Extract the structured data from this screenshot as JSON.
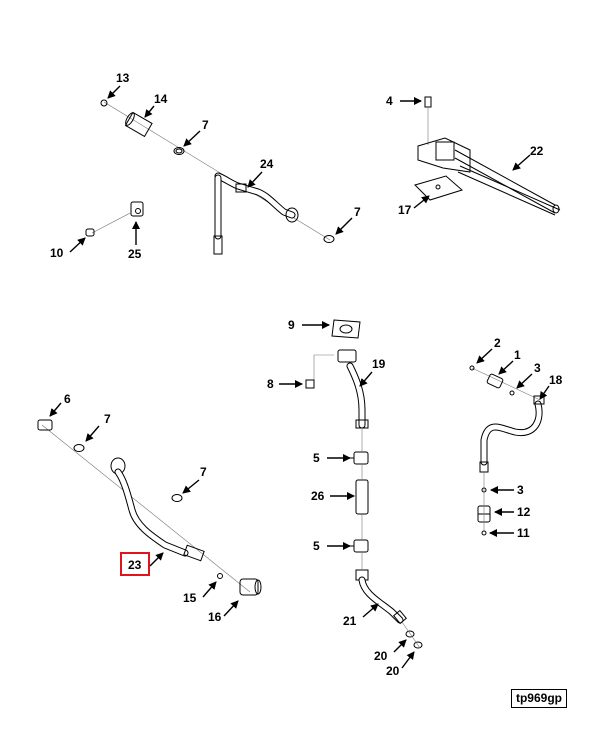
{
  "diagram": {
    "reference_code": "tp969gp",
    "highlighted_callout": "23",
    "highlight_color": "#e0141a",
    "callouts": {
      "c13": "13",
      "c14": "14",
      "c7a": "7",
      "c24": "24",
      "c7b": "7",
      "c10": "10",
      "c25": "25",
      "c4": "4",
      "c22": "22",
      "c17": "17",
      "c9": "9",
      "c19": "19",
      "c8": "8",
      "c5a": "5",
      "c26": "26",
      "c5b": "5",
      "c21": "21",
      "c20a": "20",
      "c20b": "20",
      "c6": "6",
      "c7c": "7",
      "c7d": "7",
      "c23": "23",
      "c15": "15",
      "c16": "16",
      "c2": "2",
      "c1": "1",
      "c3a": "3",
      "c18": "18",
      "c3b": "3",
      "c12": "12",
      "c11": "11"
    }
  }
}
